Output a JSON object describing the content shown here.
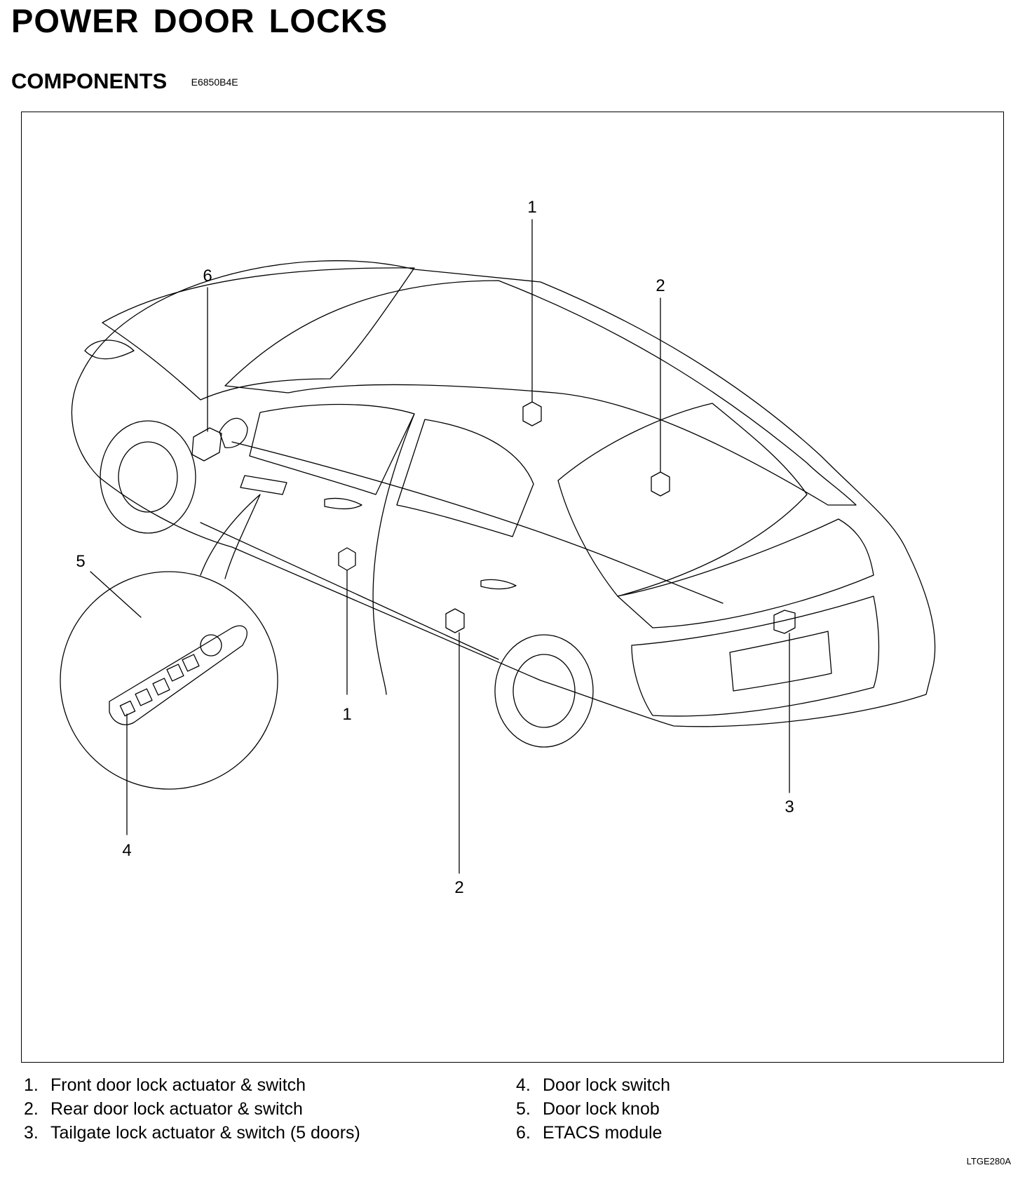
{
  "page": {
    "title": "POWER DOOR LOCKS",
    "section_title": "COMPONENTS",
    "section_code": "E6850B4E",
    "figure_id": "LTGE280A"
  },
  "callouts": {
    "front_door_a": "1",
    "front_door_b": "1",
    "rear_door_a": "2",
    "rear_door_b": "2",
    "tailgate": "3",
    "lock_switch": "4",
    "lock_knob": "5",
    "etacs": "6"
  },
  "legend": [
    {
      "num": "1.",
      "text": "Front door lock actuator & switch"
    },
    {
      "num": "2.",
      "text": "Rear door lock actuator & switch"
    },
    {
      "num": "3.",
      "text": "Tailgate lock actuator & switch (5 doors)"
    },
    {
      "num": "4.",
      "text": "Door lock switch"
    },
    {
      "num": "5.",
      "text": "Door lock knob"
    },
    {
      "num": "6.",
      "text": "ETACS module"
    }
  ]
}
